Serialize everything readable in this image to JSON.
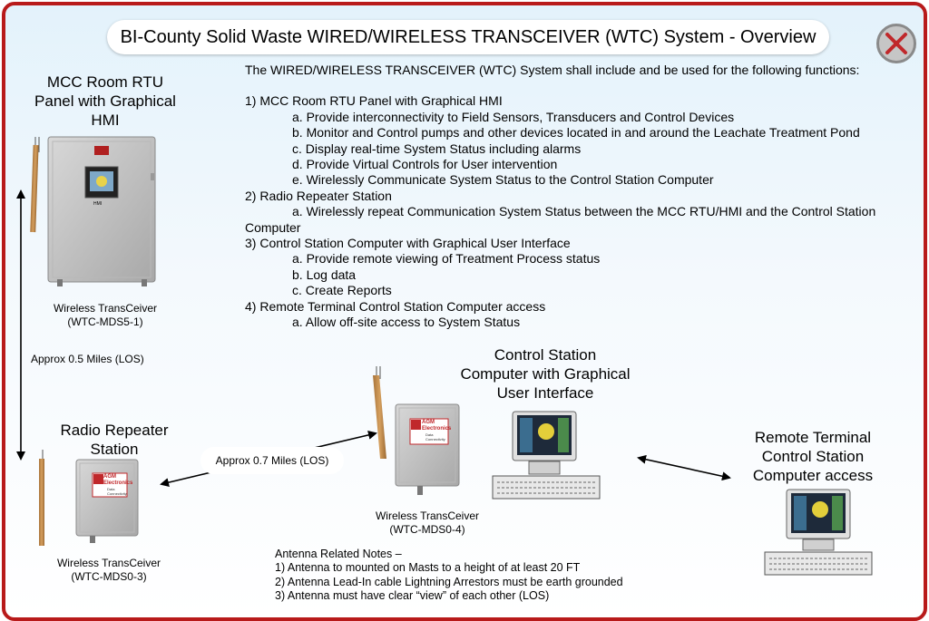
{
  "title": "BI-County Solid Waste WIRED/WIRELESS TRANSCEIVER (WTC) System - Overview",
  "colors": {
    "frame": "#b81a1a",
    "antenna": "#c08a4a",
    "box": "#c8c8c8",
    "badge": "#c0282b"
  },
  "intro": "The WIRED/WIRELESS TRANSCEIVER (WTC) System shall include and be used for the following functions:",
  "functions": [
    {
      "heading": "1) MCC Room RTU Panel with Graphical HMI",
      "items": [
        "a. Provide interconnectivity to Field Sensors, Transducers and Control Devices",
        "b. Monitor and Control pumps and other devices located in and around the Leachate Treatment Pond",
        "c. Display real-time System Status including alarms",
        "d. Provide Virtual Controls for User intervention",
        "e. Wirelessly Communicate System Status to the Control Station Computer"
      ]
    },
    {
      "heading": "2) Radio Repeater Station",
      "items": [
        "a. Wirelessly repeat Communication System Status between the MCC RTU/HMI and the Control Station"
      ],
      "continuation": "Computer"
    },
    {
      "heading": "3) Control Station Computer with Graphical User Interface",
      "items": [
        "a. Provide remote viewing of Treatment Process status",
        "b. Log data",
        "c. Create Reports"
      ]
    },
    {
      "heading": "4) Remote Terminal Control Station Computer access",
      "items": [
        "a. Allow off-site access to System Status"
      ]
    }
  ],
  "mcc": {
    "title_lines": [
      "MCC Room RTU",
      "Panel with Graphical",
      "HMI"
    ],
    "hmi_label": "HMI",
    "caption": [
      "Wireless TransCeiver",
      "(WTC-MDS5-1)"
    ]
  },
  "repeater": {
    "title_lines": [
      "Radio Repeater",
      "Station"
    ],
    "caption": [
      "Wireless TransCeiver",
      "(WTC-MDS0-3)"
    ]
  },
  "control_station": {
    "title_lines": [
      "Control Station",
      "Computer with Graphical",
      "User Interface"
    ],
    "caption": [
      "Wireless TransCeiver",
      "(WTC-MDS0-4)"
    ]
  },
  "remote": {
    "title_lines": [
      "Remote Terminal",
      "Control Station",
      "Computer access"
    ]
  },
  "badge": {
    "line1": "AGM",
    "line2": "Electronics",
    "line3": "Data",
    "line4": "Connectivity"
  },
  "distances": {
    "vertical": "Approx 0.5 Miles (LOS)",
    "diagonal": "Approx 0.7 Miles (LOS)"
  },
  "notes": {
    "heading": "Antenna Related Notes –",
    "items": [
      "1) Antenna to mounted on Masts to a height of at least 20 FT",
      "2) Antenna Lead-In cable Lightning Arrestors must be earth grounded",
      "3) Antenna must have clear “view” of each other (LOS)"
    ]
  }
}
